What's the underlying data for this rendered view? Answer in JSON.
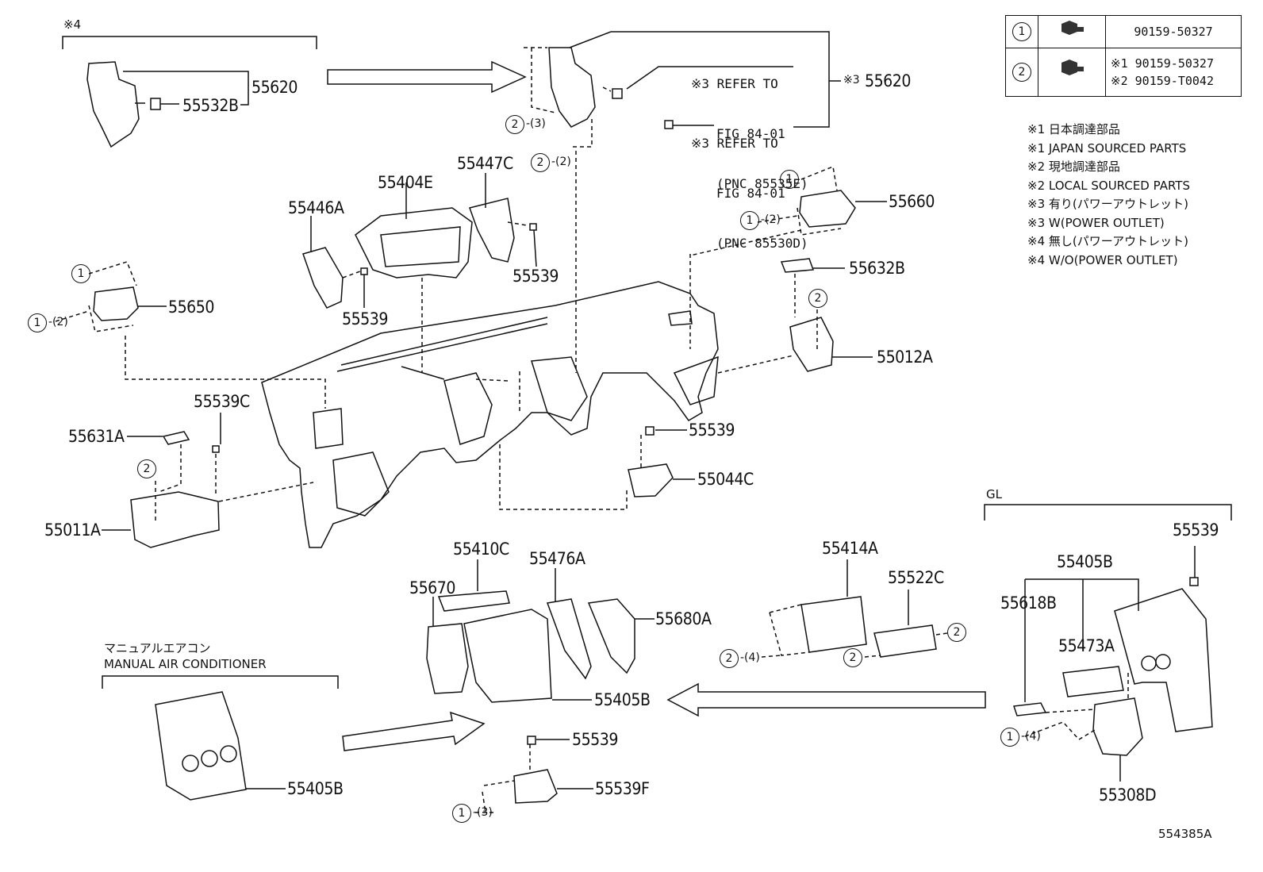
{
  "parts": {
    "p55620_left": "55620",
    "p55532B": "55532B",
    "p55620_right": "55620",
    "p55404E": "55404E",
    "p55447C": "55447C",
    "p55446A": "55446A",
    "p55539_a": "55539",
    "p55539_b": "55539",
    "p55660": "55660",
    "p55632B": "55632B",
    "p55650": "55650",
    "p55012A": "55012A",
    "p55539C": "55539C",
    "p55631A": "55631A",
    "p55539_c": "55539",
    "p55044C": "55044C",
    "p55011A": "55011A",
    "p55410C": "55410C",
    "p55476A": "55476A",
    "p55670": "55670",
    "p55680A": "55680A",
    "p55405B_center": "55405B",
    "p55539_d": "55539",
    "p55539F": "55539F",
    "p55405B_manual": "55405B",
    "p55414A": "55414A",
    "p55522C": "55522C",
    "p55539_gl": "55539",
    "p55405B_gl": "55405B",
    "p55618B": "55618B",
    "p55473A": "55473A",
    "p55308D": "55308D"
  },
  "notes": {
    "mark4": "※4",
    "mark3_inline": "※3",
    "refer1_line1": "※3 REFER TO",
    "refer1_line2": "FIG 84-01",
    "refer1_line3": "(PNC 85535E)",
    "refer2_line1": "※3 REFER TO",
    "refer2_line2": "FIG 84-01",
    "refer2_line3": "(PNC 85530D)",
    "gl": "GL",
    "manual_jp": "マニュアルエアコン",
    "manual_en": "MANUAL AIR CONDITIONER",
    "figure_id": "554385A"
  },
  "legend": [
    "※1 日本調達部品",
    "※1 JAPAN SOURCED PARTS",
    "※2 現地調達部品",
    "※2 LOCAL SOURCED PARTS",
    "※3 有り(パワーアウトレット)",
    "※3 W(POWER OUTLET)",
    "※4 無し(パワーアウトレット)",
    "※4 W/O(POWER OUTLET)"
  ],
  "fastener_table": {
    "row1_num": "1",
    "row1_part": "90159-50327",
    "row2_num": "2",
    "row2_part_a": "※1 90159-50327",
    "row2_part_b": "※2 90159-T0042"
  },
  "callouts": {
    "c_2_3": "2",
    "c_2_3_sub": "-(3)",
    "c_2_2": "2",
    "c_2_2_sub": "-(2)",
    "c_1_55660a": "1",
    "c_1_55660b": "1",
    "c_1_55660b_sub": "-(2)",
    "c_1_55650a": "1",
    "c_1_55650b": "1",
    "c_1_55650b_sub": "-(2)",
    "c_2_55012": "2",
    "c_2_55011": "2",
    "c_2_55414": "2",
    "c_2_55414_sub": "-(4)",
    "c_2_55522a": "2",
    "c_2_55522b": "2",
    "c_1_55539F": "1",
    "c_1_55539F_sub": "-(3)",
    "c_1_gl": "1",
    "c_1_gl_sub": "-(4)"
  }
}
